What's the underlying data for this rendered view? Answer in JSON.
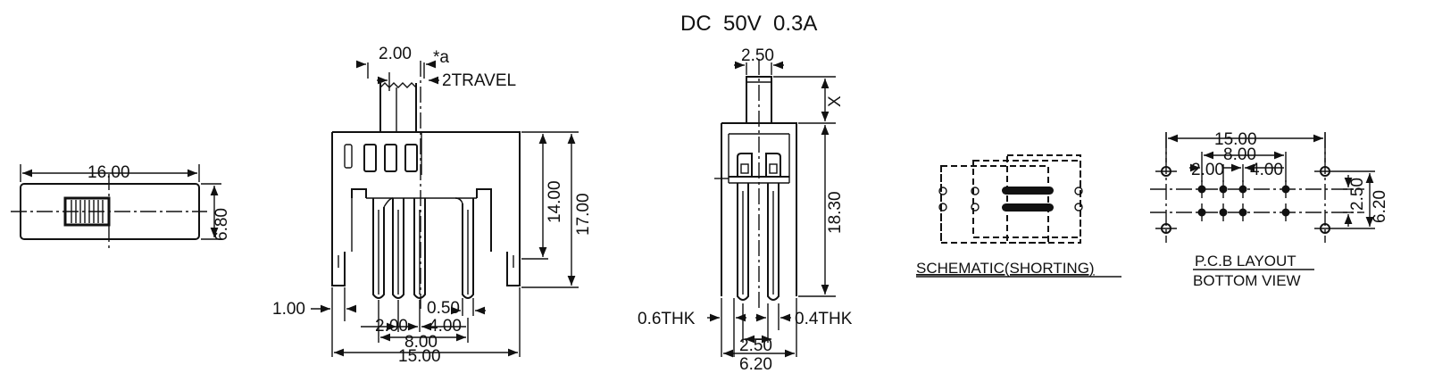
{
  "rating": "DC  50V  0.3A",
  "top_view": {
    "width_dim": "16.00",
    "height_dim": "6.80"
  },
  "front_view": {
    "actuator_width": "2.00",
    "actuator_note": "*a",
    "travel": "2TRAVEL",
    "body_height": "14.00",
    "overall_height": "17.00",
    "leg_width": "1.00",
    "pin_width": "0.50",
    "pitch_small": "2.00",
    "pitch_mid": "4.00",
    "pitch_span": "8.00",
    "overall_width": "15.00"
  },
  "side_view": {
    "actuator_width": "2.50",
    "actuator_extension": "X",
    "height": "18.30",
    "frame_thickness": "0.6THK",
    "pin_thickness": "0.4THK",
    "pin_spacing": "2.50",
    "overall_depth": "6.20"
  },
  "schematic": {
    "caption": "SCHEMATIC(SHORTING)"
  },
  "pcb_layout": {
    "caption_line1": "P.C.B LAYOUT",
    "caption_line2": "BOTTOM VIEW",
    "overall_width": "15.00",
    "pitch_span": "8.00",
    "pitch_small": "2.00",
    "pitch_mid": "4.00",
    "row_spacing": "2.50",
    "mount_spacing": "6.20"
  }
}
